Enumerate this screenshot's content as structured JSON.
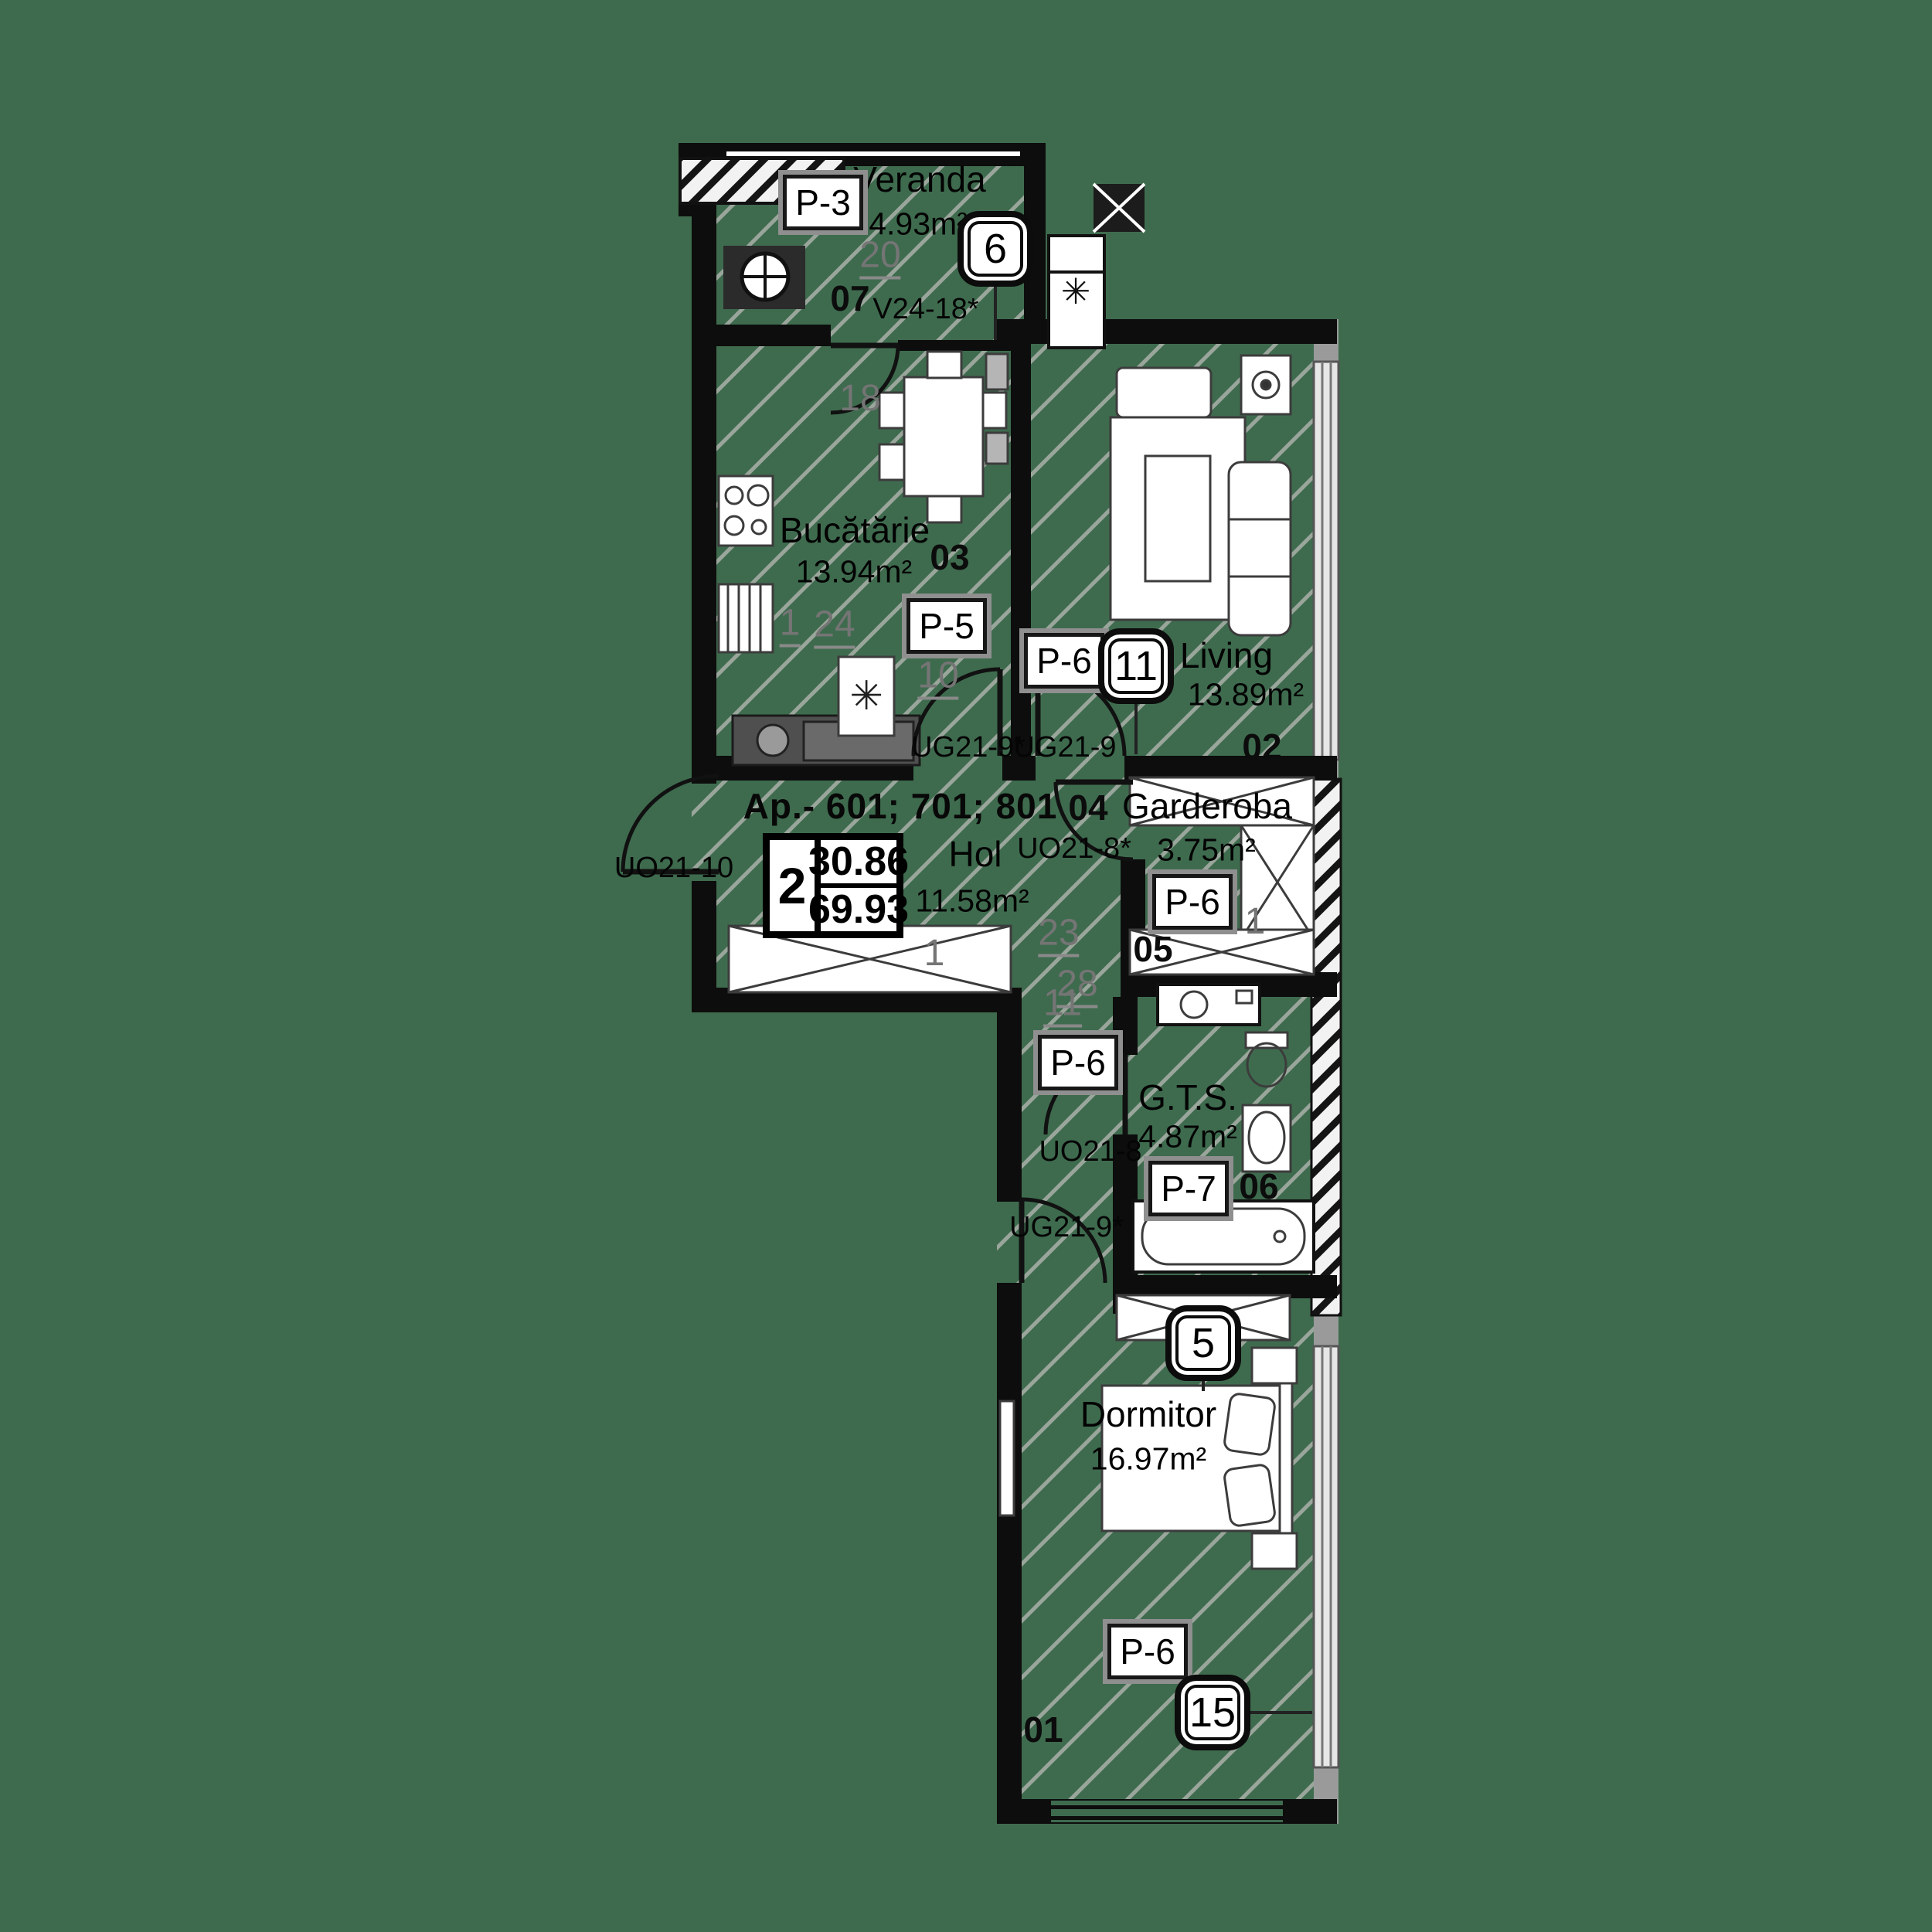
{
  "colors": {
    "background": "#3e6b4e",
    "hatch": "#9aa69b",
    "wall": "#0d0d0d",
    "gray_text": "#757575",
    "window_band": "#9a9a9a"
  },
  "header": {
    "apartments": "Ap.- 601; 701; 801"
  },
  "info_box": {
    "room_count": "2",
    "area_upper": "30.86",
    "area_lower": "69.93"
  },
  "rooms": {
    "veranda": {
      "name": "Veranda",
      "area": "4.93m²",
      "number": "07"
    },
    "bucatarie": {
      "name": "Bucătărie",
      "area": "13.94m²",
      "number": "03"
    },
    "living": {
      "name": "Living",
      "area": "13.89m²",
      "number": "02"
    },
    "hol": {
      "name": "Hol",
      "area": "11.58m²",
      "number": "04"
    },
    "garderoba": {
      "name": "Garderoba",
      "area": "3.75m²",
      "number": "05"
    },
    "gts": {
      "name": "G.T.S.",
      "area": "4.87m²",
      "number": "06"
    },
    "dormitor": {
      "name": "Dormitor",
      "area": "16.97m²",
      "number": "01"
    }
  },
  "panels": {
    "p3": "P-3",
    "p5": "P-5",
    "p6": "P-6",
    "p7": "P-7"
  },
  "badges": {
    "veranda": "6",
    "living": "11",
    "dormitor_top": "5",
    "dormitor_bottom": "15"
  },
  "door_labels": {
    "entry": "UO21-10",
    "kitchen": "UG21-9*",
    "living": "UG21-9",
    "garderoba": "UO21-8*",
    "gts": "UO21-8",
    "dormitor": "UG21-9*",
    "veranda_unit": "V24-18*"
  },
  "marks": {
    "m20": "20",
    "m18": "18",
    "m1": "1",
    "m24": "24",
    "m10": "10",
    "m23": "23",
    "m28": "28",
    "m11": "11",
    "closet_hol": "1",
    "closet_garderoba": "1"
  },
  "icons": {
    "ac_snowflake": "✳",
    "fridge_snowflake": "✳"
  }
}
